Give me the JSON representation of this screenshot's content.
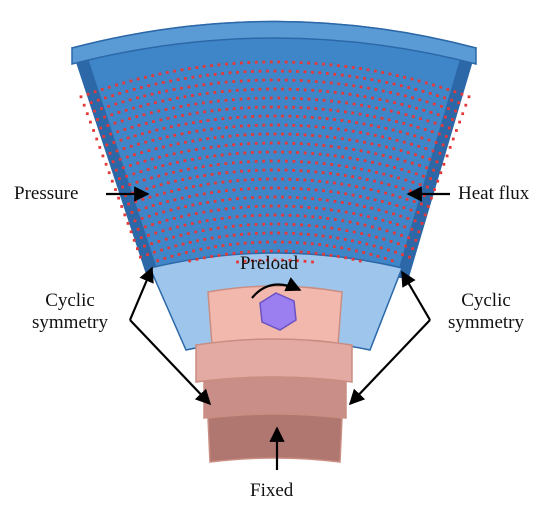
{
  "labels": {
    "pressure": "Pressure",
    "heat_flux": "Heat flux",
    "preload": "Preload",
    "cyclic_left_line1": "Cyclic",
    "cyclic_left_line2": "symmetry",
    "cyclic_right_line1": "Cyclic",
    "cyclic_right_line2": "symmetry",
    "fixed": "Fixed"
  },
  "colors": {
    "sector_fill": "#3f86c9",
    "sector_edge": "#2c68a8",
    "sector_light": "#5a9bd6",
    "sector_inner": "#9ec6ec",
    "heat_dots": "#e53838",
    "hub_fill": "#f2b8ad",
    "hub_edge": "#c98d82",
    "base_top": "#e3aaa3",
    "base_mid": "#c98e88",
    "base_bottom": "#b07670",
    "bolt": "#9b7ff1",
    "arrow": "#000000",
    "text": "#111111"
  }
}
